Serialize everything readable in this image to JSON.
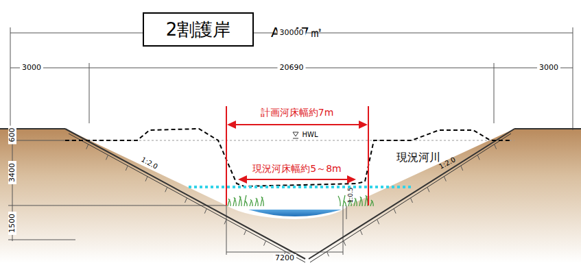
{
  "diagram": {
    "nodes": [
      {
        "text": [
          "2割護岸"
        ]
      }
    ],
    "labels": [
      "A=47㎡",
      "30000",
      "3000",
      "20690",
      "3000",
      "600",
      "3400",
      "1500",
      "計画河床幅約7m",
      "HWL",
      "現況河床幅約5～8m",
      "現況河川",
      "1:2.0",
      "1:2.0",
      "1:0.5",
      "7200"
    ]
  }
}
